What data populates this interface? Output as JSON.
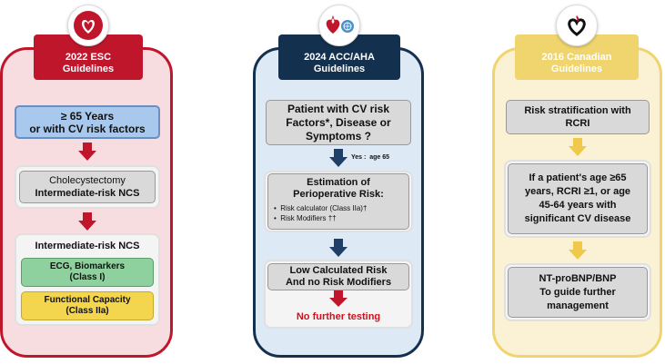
{
  "colors": {
    "esc_red": "#c0162c",
    "esc_panel": "#f7dde0",
    "acc_navy": "#14304f",
    "acc_panel": "#dde9f5",
    "can_gold": "#f0d46d",
    "can_panel": "#fbf2d6",
    "blue_box": "#a9c8ee",
    "green_box": "#8fd19e",
    "yellow_box": "#f3d54e",
    "gray_box": "#d9d9d9",
    "dark_arrow": "#1f3f66",
    "gold_arrow": "#f0c84a"
  },
  "esc": {
    "header_line1": "2022 ESC",
    "header_line2": "Guidelines",
    "box1_line1": "≥ 65 Years",
    "box1_line2": "or with CV risk factors",
    "box2_line1": "Cholecystectomy",
    "box2_line2": "Intermediate-risk NCS",
    "box3_title": "Intermediate-risk NCS",
    "box3_green_line1": "ECG, Biomarkers",
    "box3_green_line2": "(Class I)",
    "box3_yellow_line1": "Functional Capacity",
    "box3_yellow_line2": "(Class IIa)"
  },
  "acc": {
    "header_line1": "2024 ACC/AHA",
    "header_line2": "Guidelines",
    "box1_line1": "Patient with CV risk",
    "box1_line2": "Factors*, Disease or",
    "box1_line3": "Symptoms ?",
    "arrow_label": "Yes :  age 65",
    "box2_line1": "Estimation of",
    "box2_line2": "Perioperative Risk:",
    "box2_bullet1": "Risk calculator (Class IIa)†",
    "box2_bullet2": "Risk Modifiers ††",
    "box3_line1": "Low Calculated Risk",
    "box3_line2": "And no Risk Modifiers",
    "box3_result": "No further testing"
  },
  "can": {
    "header_line1": "2016 Canadian",
    "header_line2": "Guidelines",
    "box1_line1": "Risk stratification with",
    "box1_line2": "RCRI",
    "box2_line1": "If a patient's age ≥65",
    "box2_line2": "years, RCRI ≥1, or age",
    "box2_line3": "45-64 years with",
    "box2_line4": "significant CV disease",
    "box3_line1": "NT-proBNP/BNP",
    "box3_line2": "To guide further",
    "box3_line3": "management"
  }
}
